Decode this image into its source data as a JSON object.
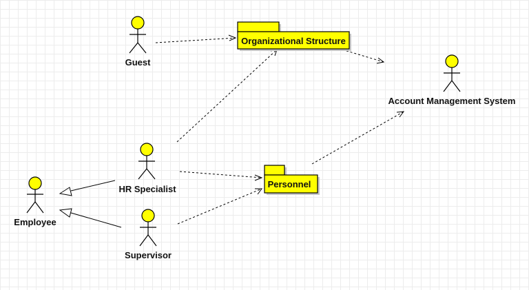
{
  "actors": [
    {
      "id": "guest",
      "label": "Guest"
    },
    {
      "id": "employee",
      "label": "Employee"
    },
    {
      "id": "hr",
      "label": "HR Specialist"
    },
    {
      "id": "supervisor",
      "label": "Supervisor"
    },
    {
      "id": "ams",
      "label": "Account Management System"
    }
  ],
  "packages": [
    {
      "id": "org",
      "label": "Organizational Structure"
    },
    {
      "id": "personnel",
      "label": "Personnel"
    }
  ],
  "dependencies": [
    {
      "from": "guest",
      "to": "org"
    },
    {
      "from": "hr",
      "to": "org"
    },
    {
      "from": "hr",
      "to": "personnel"
    },
    {
      "from": "supervisor",
      "to": "personnel"
    },
    {
      "from": "org",
      "to": "ams"
    },
    {
      "from": "personnel",
      "to": "ams"
    }
  ],
  "generalizations": [
    {
      "from": "hr",
      "to": "employee"
    },
    {
      "from": "supervisor",
      "to": "employee"
    }
  ],
  "colors": {
    "actor_head": "#ffff00",
    "package_fill": "#ffff00",
    "grid": "#ececec"
  }
}
